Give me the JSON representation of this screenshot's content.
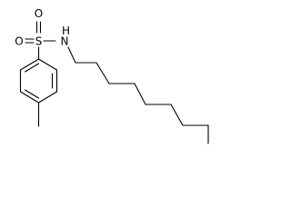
{
  "molecule": {
    "atoms": {
      "sulfur": "S",
      "oxygen_top": "O",
      "oxygen_left": "O",
      "nitrogen": "N",
      "amine_hydrogen": "H"
    },
    "colors": {
      "bond": "#000000",
      "label": "#000000",
      "background": "#ffffff"
    }
  }
}
